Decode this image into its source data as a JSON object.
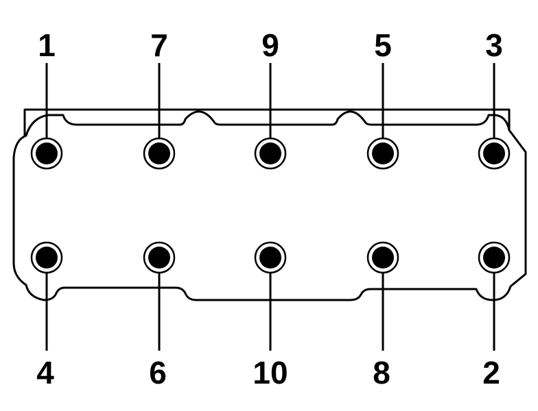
{
  "bolts": {
    "top": [
      "1",
      "7",
      "9",
      "5",
      "3"
    ],
    "bottom": [
      "4",
      "6",
      "10",
      "8",
      "2"
    ]
  },
  "colors": {
    "ink": "#000000",
    "paper": "#ffffff"
  }
}
